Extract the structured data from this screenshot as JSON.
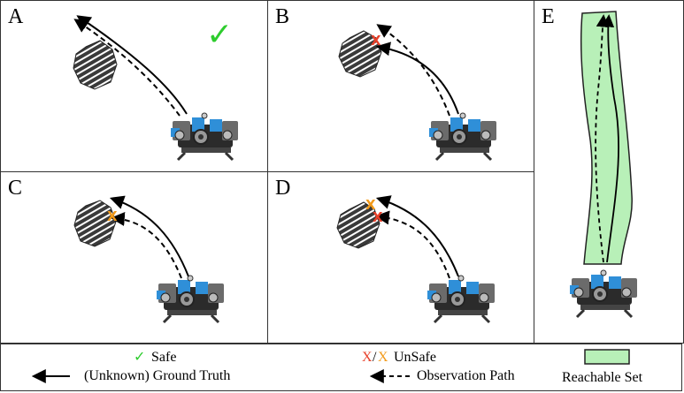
{
  "panels": {
    "a": {
      "letter": "A",
      "status_mark": "✓"
    },
    "b": {
      "letter": "B",
      "status_mark": "X"
    },
    "c": {
      "letter": "C",
      "status_mark": "X"
    },
    "d": {
      "letter": "D",
      "status_mark_red": "X",
      "status_mark_orange": "X"
    },
    "e": {
      "letter": "E"
    }
  },
  "legend": {
    "safe_mark": "✓",
    "safe_label": "Safe",
    "unsafe_mark_red": "X",
    "unsafe_sep": "/",
    "unsafe_mark_orange": "X",
    "unsafe_label": "UnSafe",
    "ground_truth_label": "(Unknown) Ground Truth",
    "observation_label": "Observation Path",
    "reachable_label": "Reachable Set"
  },
  "colors": {
    "safe": "#2ecc2e",
    "unsafe_red": "#e8402a",
    "unsafe_orange": "#f29a1a",
    "reachable_fill": "#b8f0b8",
    "obstacle": "#3a3a3a",
    "robot_blue": "#2f8fd8"
  },
  "icons": [
    "checkmark-icon",
    "obstacle-octagon-icon",
    "rov-robot-icon",
    "solid-arrow-icon",
    "dashed-arrow-icon"
  ]
}
